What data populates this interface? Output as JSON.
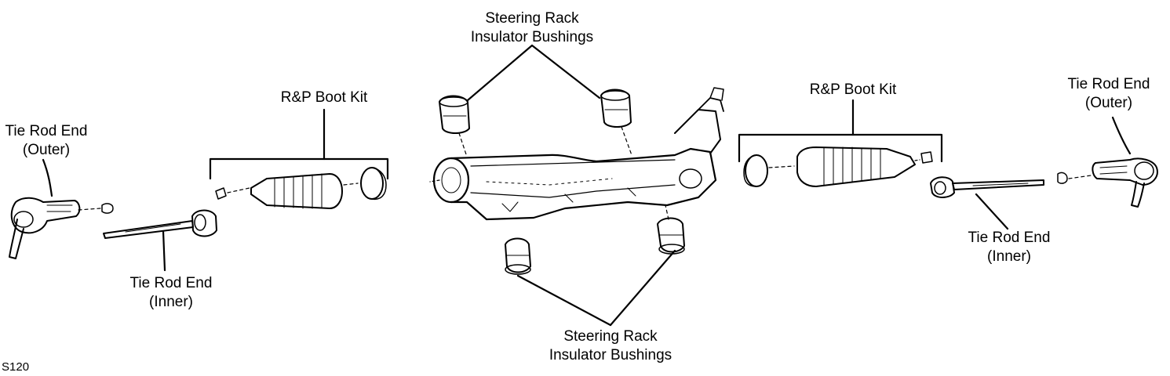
{
  "labels": {
    "rack_bushings_top": {
      "line1": "Steering Rack",
      "line2": "Insulator Bushings"
    },
    "rack_bushings_bottom": {
      "line1": "Steering Rack",
      "line2": "Insulator Bushings"
    },
    "boot_kit_left": "R&P Boot Kit",
    "boot_kit_right": "R&P Boot Kit",
    "tie_rod_outer_left": {
      "line1": "Tie Rod End",
      "line2": "(Outer)"
    },
    "tie_rod_outer_right": {
      "line1": "Tie Rod End",
      "line2": "(Outer)"
    },
    "tie_rod_inner_left": {
      "line1": "Tie Rod End",
      "line2": "(Inner)"
    },
    "tie_rod_inner_right": {
      "line1": "Tie Rod End",
      "line2": "(Inner)"
    }
  },
  "figure_code": "S120"
}
